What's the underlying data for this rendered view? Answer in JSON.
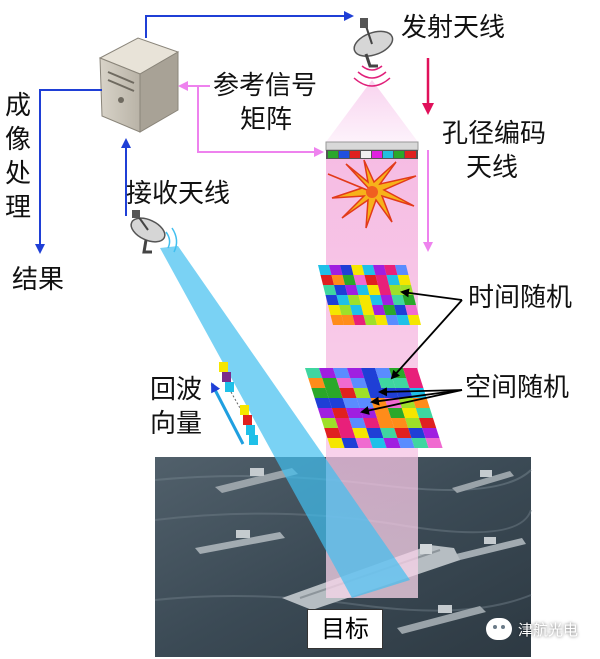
{
  "labels": {
    "transmit_antenna": "发射天线",
    "reference_matrix_line1": "参考信号",
    "reference_matrix_line2": "矩阵",
    "aperture_coded_line1": "孔径编码",
    "aperture_coded_line2": "天线",
    "imaging_processing_chars": [
      "成",
      "像",
      "处",
      "理"
    ],
    "result": "结果",
    "receive_antenna": "接收天线",
    "time_random": "时间随机",
    "space_random": "空间随机",
    "echo_vector_line1": "回波",
    "echo_vector_line2": "向量",
    "target": "目标",
    "watermark": "津航光电"
  },
  "colors": {
    "blue_arrow": "#1f3fd6",
    "pink_arrow": "#ee82ee",
    "red_arrow": "#e0105a",
    "beam_pink": "#f2a7d6",
    "receive_beam": "#41bfeF",
    "sea": "#3a4a56"
  },
  "icons": [
    "server-icon",
    "transmit-dish-icon",
    "receive-dish-icon",
    "wechat-icon"
  ]
}
